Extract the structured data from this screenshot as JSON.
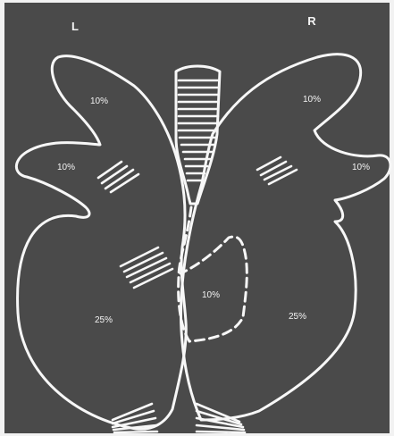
{
  "labels": {
    "left_side": "L",
    "right_side": "R"
  },
  "lobes": {
    "left_upper": "10%",
    "left_middle": "10%",
    "left_lower": "25%",
    "right_upper": "10%",
    "right_middle": "10%",
    "right_lower": "25%",
    "center_region": "10%"
  },
  "colors": {
    "background": "#4a4a4a",
    "outline": "#f7f7f7",
    "label": "#f4f4f4"
  }
}
